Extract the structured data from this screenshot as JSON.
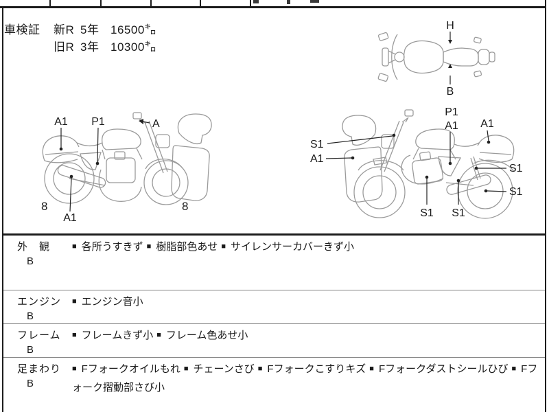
{
  "vehicle_inspection": {
    "title": "車検証",
    "rows": [
      {
        "reg": "新R",
        "years": "5年",
        "mileage": "16500㌔"
      },
      {
        "reg": "旧R",
        "years": "3年",
        "mileage": "10300㌔"
      }
    ]
  },
  "diagrams": {
    "top_view": {
      "label_top": "H",
      "label_bottom": "B"
    },
    "left_side": {
      "label_rear_cowl": "A1",
      "label_side_cover": "P1",
      "label_mirror": "A",
      "wheel_grade_rear": "8",
      "label_muffler": "A1",
      "wheel_grade_front": "8"
    },
    "right_side": {
      "label_side_cover_p": "P1",
      "label_side_cover_a": "A1",
      "label_tail": "A1",
      "label_fork_top": "S1",
      "label_cowl": "A1",
      "label_shock": "S1",
      "label_rear_wheel": "S1",
      "label_engine": "S1",
      "label_frame": "S1"
    }
  },
  "condition_table": {
    "bullet": "■",
    "rows": [
      {
        "category": "外　観",
        "grade": "B",
        "items": [
          "各所うすきず",
          "樹脂部色あせ",
          "サイレンサーカバーきず小"
        ]
      },
      {
        "category": "エンジン",
        "grade": "B",
        "items": [
          "エンジン音小"
        ]
      },
      {
        "category": "フレーム",
        "grade": "B",
        "items": [
          "フレームきず小",
          "フレーム色あせ小"
        ]
      },
      {
        "category": "足まわり",
        "grade": "B",
        "items": [
          "Fフォークオイルもれ",
          "チェーンさび",
          "Fフォークこすりキズ",
          "Fフォークダストシールひび",
          "Fフォーク摺動部さび小"
        ]
      }
    ]
  }
}
